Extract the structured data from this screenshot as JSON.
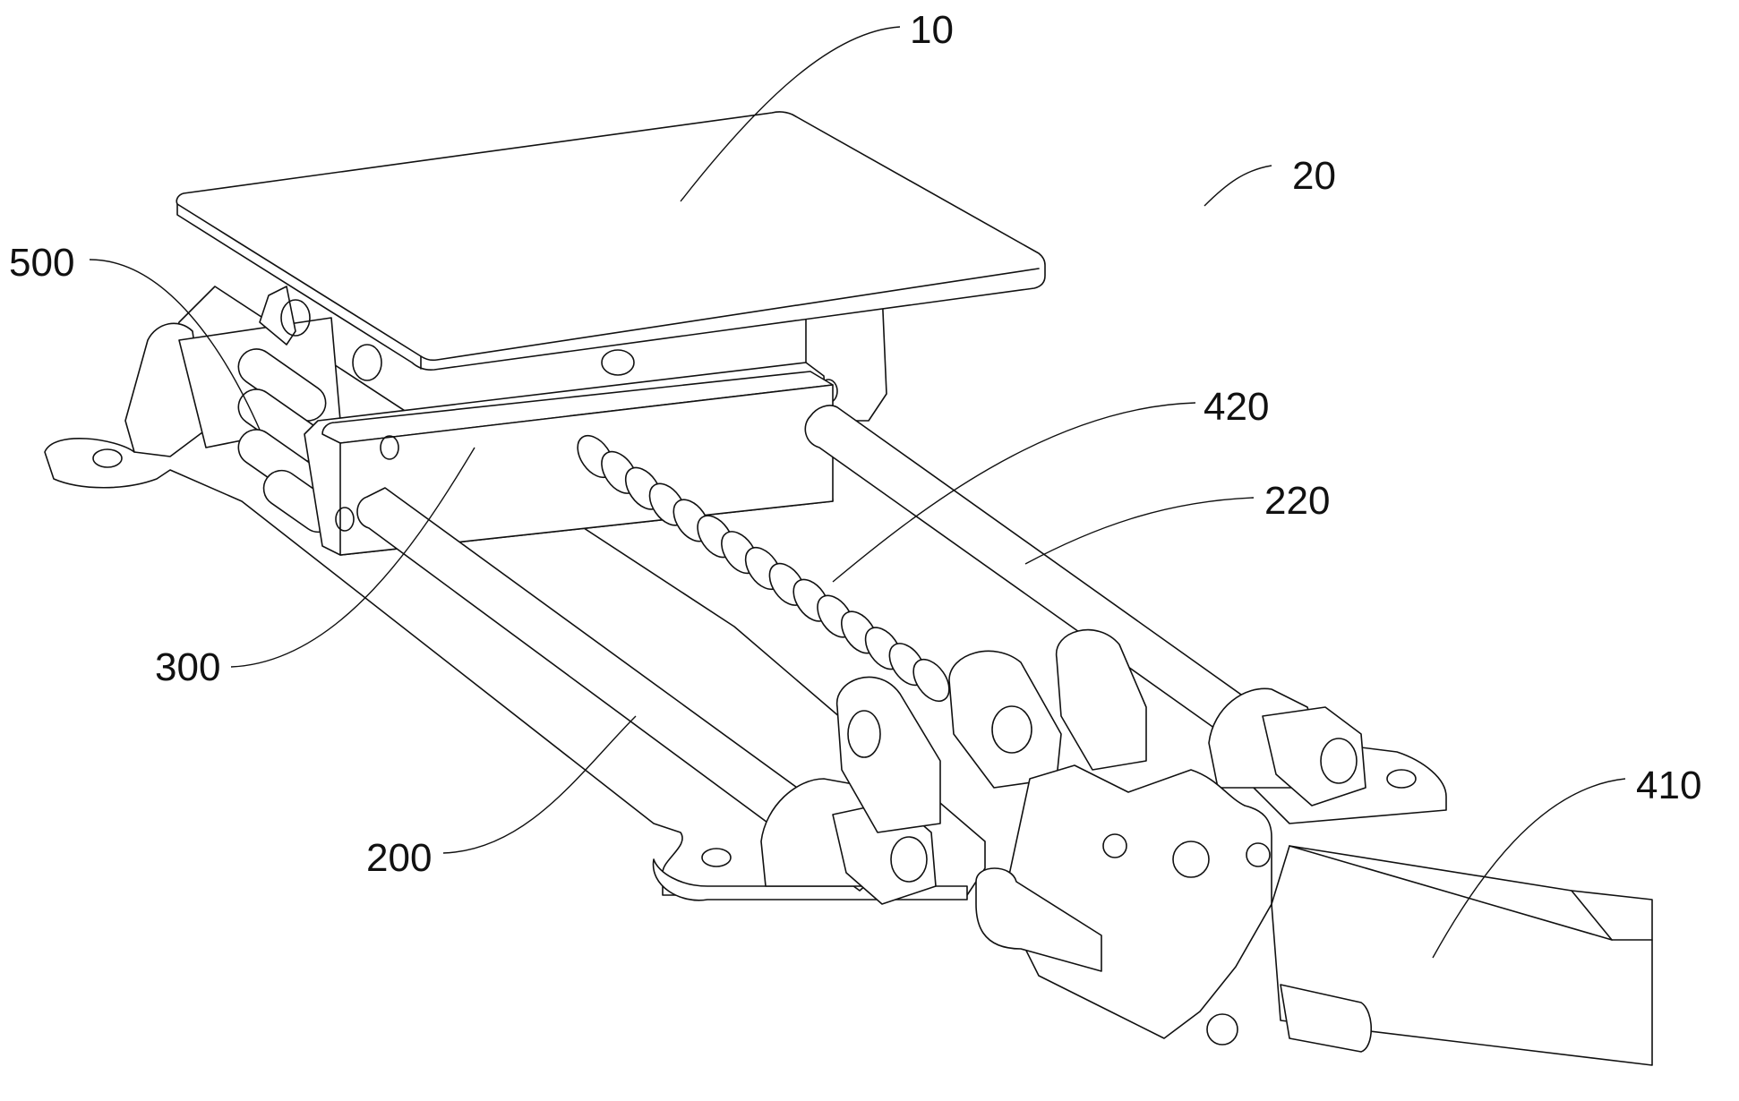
{
  "figure": {
    "description": "Perspective line drawing of a mechanical assembly (patent figure)",
    "labels": [
      {
        "id": "label-10",
        "text": "10",
        "part": "top-plate"
      },
      {
        "id": "label-20",
        "text": "20",
        "part": "assembly"
      },
      {
        "id": "label-500",
        "text": "500",
        "part": "roller-set"
      },
      {
        "id": "label-420",
        "text": "420",
        "part": "screw-spring"
      },
      {
        "id": "label-220",
        "text": "220",
        "part": "guide-rod"
      },
      {
        "id": "label-300",
        "text": "300",
        "part": "slider-block"
      },
      {
        "id": "label-200",
        "text": "200",
        "part": "base-frame"
      },
      {
        "id": "label-410",
        "text": "410",
        "part": "motor"
      }
    ]
  }
}
